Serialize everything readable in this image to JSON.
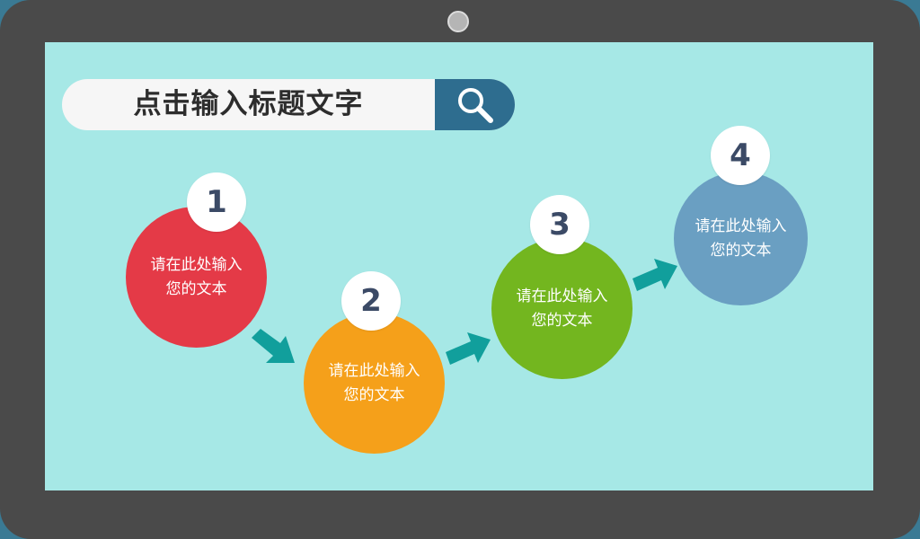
{
  "title": "点击输入标题文字",
  "search": {
    "icon": "search-icon"
  },
  "steps": [
    {
      "number": "1",
      "line1": "请在此处输入",
      "line2": "您的文本",
      "color": "#e43a47"
    },
    {
      "number": "2",
      "line1": "请在此处输入",
      "line2": "您的文本",
      "color": "#f5a01a"
    },
    {
      "number": "3",
      "line1": "请在此处输入",
      "line2": "您的文本",
      "color": "#73b61f"
    },
    {
      "number": "4",
      "line1": "请在此处输入",
      "line2": "您的文本",
      "color": "#6a9fc2"
    }
  ],
  "colors": {
    "screen": "#a6e8e6",
    "bezel": "#4a4a4a",
    "arrow": "#119f9c",
    "badge_text": "#3b4a66"
  }
}
